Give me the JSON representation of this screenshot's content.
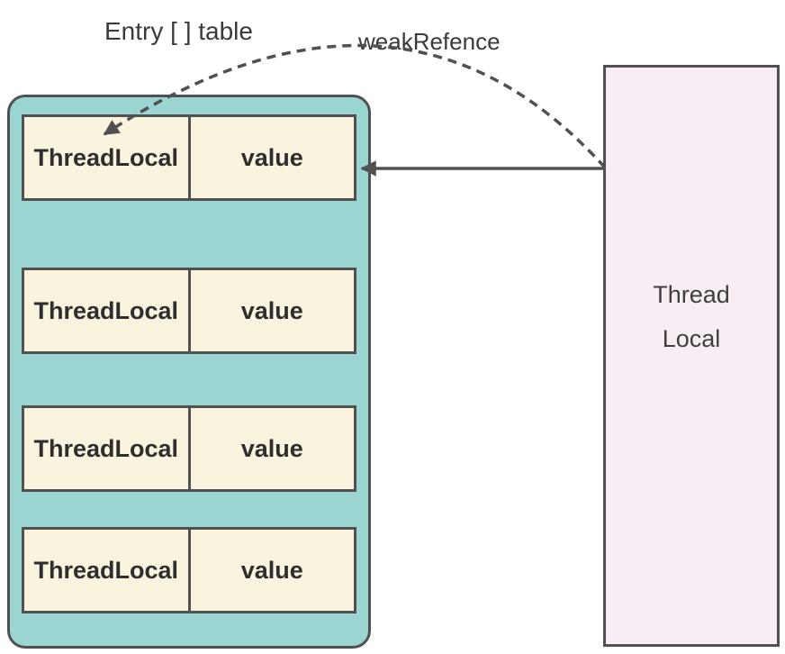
{
  "labels": {
    "entry_table": "Entry [ ] table",
    "weak_reference": "weakRefence"
  },
  "entry_table": {
    "rows": [
      {
        "key": "ThreadLocal",
        "value": "value"
      },
      {
        "key": "ThreadLocal",
        "value": "value"
      },
      {
        "key": "ThreadLocal",
        "value": "value"
      },
      {
        "key": "ThreadLocal",
        "value": "value"
      }
    ]
  },
  "thread_box": {
    "line1": "Thread",
    "line2": "Local"
  },
  "colors": {
    "entry_container_fill": "#9AD5D1",
    "entry_cell_fill": "#FAF3DE",
    "thread_box_fill": "#F9EDF5",
    "stroke": "#515151",
    "label_text": "#3A3A3A",
    "cell_text": "#2E2E2E"
  }
}
